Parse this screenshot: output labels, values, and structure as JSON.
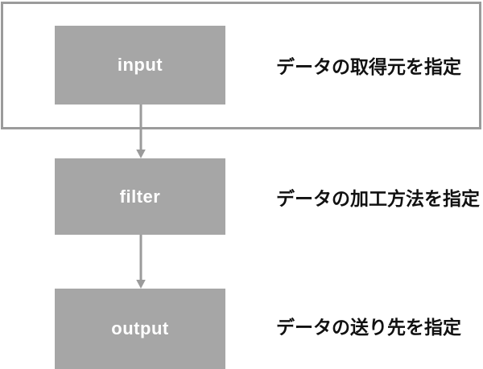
{
  "diagram": {
    "nodes": [
      {
        "id": "input",
        "label": "input",
        "description": "データの取得元を指定"
      },
      {
        "id": "filter",
        "label": "filter",
        "description": "データの加工方法を指定"
      },
      {
        "id": "output",
        "label": "output",
        "description": "データの送り先を指定"
      }
    ],
    "edges": [
      {
        "from": "input",
        "to": "filter"
      },
      {
        "from": "filter",
        "to": "output"
      }
    ],
    "colors": {
      "background": "#ffffff",
      "box_fill": "#a6a6a6",
      "box_text": "#ffffff",
      "frame_line": "#9b9b9b",
      "arrow": "#9b9b9b",
      "description_text": "#111111"
    }
  }
}
